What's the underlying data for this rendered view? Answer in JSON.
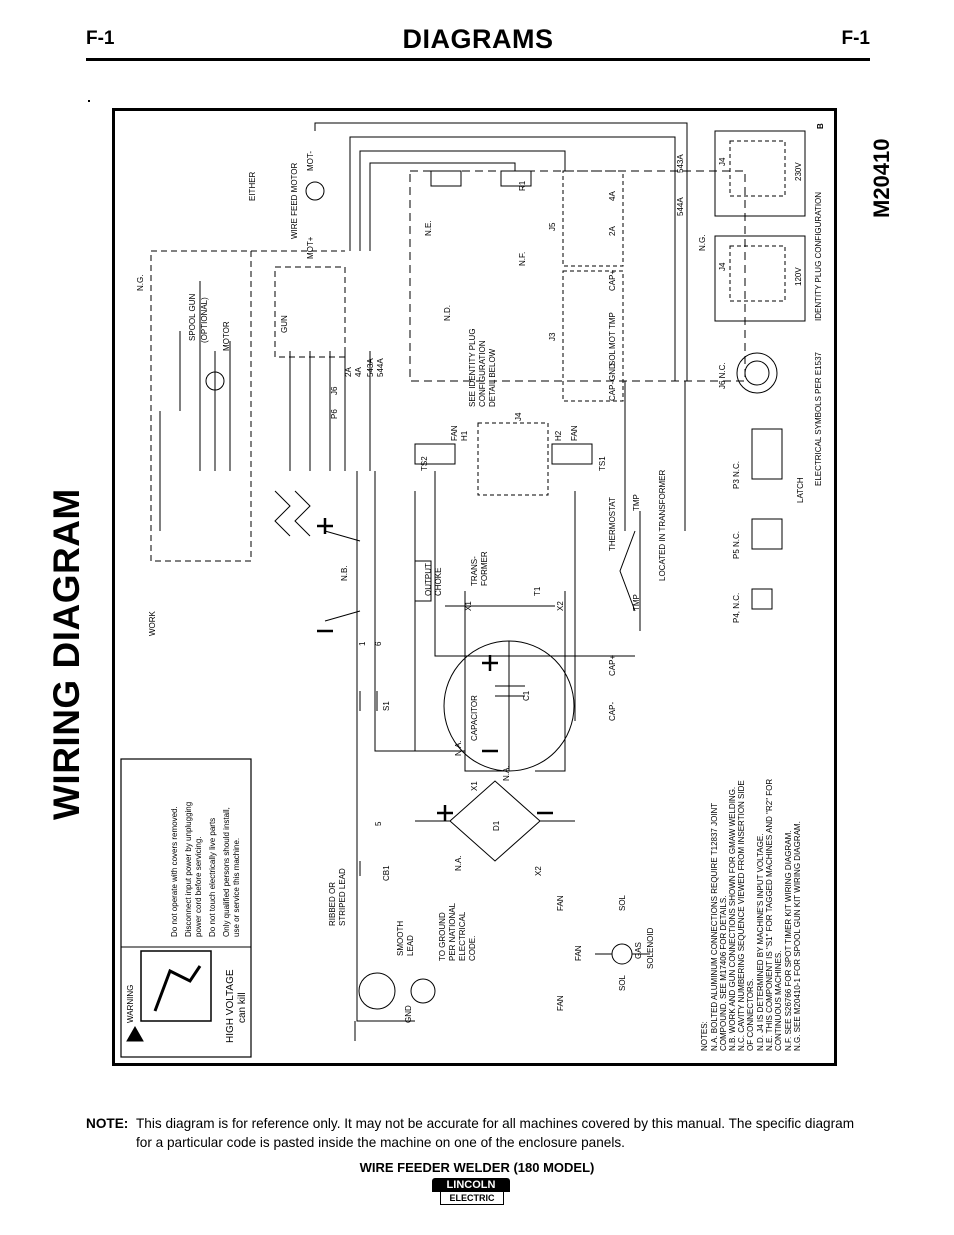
{
  "header": {
    "page_id_left": "F-1",
    "title": "DIAGRAMS",
    "page_id_right": "F-1"
  },
  "diagram": {
    "side_title": "WIRING DIAGRAM",
    "code": "M20410",
    "rev": "B",
    "warning": {
      "label": "WARNING",
      "high_voltage": "HIGH VOLTAGE",
      "can_kill": "can kill",
      "bullets": [
        "Do not operate with covers removed.",
        "Disconnect input power by unplugging",
        "power cord before servicing.",
        "Do not touch electrically live parts",
        "Only qualified persons should install,",
        "use or service this machine."
      ]
    },
    "labels": {
      "work": "WORK",
      "nb": "N.B.",
      "na": "N.A.",
      "ng": "N.G.",
      "nd": "N.D.",
      "ne": "N.E.",
      "nf": "N.F.",
      "either": "EITHER",
      "gun": "GUN",
      "spool_gun": "SPOOL GUN",
      "optional": "(OPTIONAL)",
      "motor": "MOTOR",
      "wire_feed_motor": "WIRE FEED MOTOR",
      "mot_plus": "MOT+",
      "mot_minus": "MOT-",
      "j6": "J6",
      "p6": "P6",
      "w2a": "2A",
      "w4a": "4A",
      "w543a": "543A",
      "w544a": "544A",
      "identity_1": "SEE IDENTITY PLUG",
      "identity_2": "CONFIGURATION",
      "identity_3": "DETAIL BELOW",
      "ts2": "TS2",
      "ts1": "TS1",
      "fan": "FAN",
      "h1": "H1",
      "h2": "H2",
      "n6": "6",
      "n1": "1",
      "j4": "J4",
      "j3": "J3",
      "j5": "J5",
      "r1": "R1",
      "cap_plus": "CAP+",
      "cap_minus": "CAP-",
      "sol": "SOL",
      "tmp": "TMP",
      "mot": "MOT",
      "gnd": "GND",
      "w4a_r": "4A",
      "w2a_r": "2A",
      "w543a_r": "543A",
      "w544a_r": "544A",
      "output_choke_1": "OUTPUT",
      "output_choke_2": "CHOKE",
      "trans_1": "TRANS-",
      "trans_2": "FORMER",
      "t1": "T1",
      "x1": "X1",
      "x2": "X2",
      "thermostat": "THERMOSTAT",
      "located": "LOCATED IN TRANSFORMER",
      "capacitor": "CAPACITOR",
      "c1": "C1",
      "d1": "D1",
      "s1": "S1",
      "cb1": "CB1",
      "w1": "1",
      "w6": "6",
      "w5": "5",
      "ribbed_1": "RIBBED OR",
      "ribbed_2": "STRIPED LEAD",
      "smooth_1": "SMOOTH",
      "smooth_2": "LEAD",
      "ground_1": "TO GROUND",
      "ground_2": "PER NATIONAL",
      "ground_3": "ELECTRICAL",
      "ground_4": "CODE.",
      "gas": "GAS",
      "solenoid": "SOLENOID",
      "p4": "P4, N.C.",
      "p5": "P5  N.C.",
      "p3": "P3  N.C.",
      "latch": "LATCH",
      "j6nc": "J6 N.C.",
      "elec_symbols": "ELECTRICAL SYMBOLS PER E1537",
      "v120": "120V",
      "v230": "230V",
      "id_plug_cfg": "IDENTITY PLUG CONFIGURATION"
    },
    "notes": [
      "NOTES:",
      "N.A.   BOLTED ALUMINUM CONNECTIONS REQUIRE T12837 JOINT",
      "         COMPOUND. SEE M17406 FOR DETAILS.",
      "N.B.   WORK AND GUN CONNECTIONS SHOWN FOR GMAW WELDING.",
      "N.C.   CAVITY NUMBERING SEQUENCE VIEWED FROM INSERTION SIDE",
      "         OF CONNECTORS.",
      "N.D.   J4 IS DETERMINED BY MACHINE'S INPUT VOLTAGE.",
      "N.E.   THIS COMPONENT IS \"S1\" FOR TAGGED MACHINES AND \"R2\" FOR",
      "         CONTINUOUS MACHINES.",
      "N.F.   SEE S26766 FOR SPOT TIMER KIT WIRING DIAGRAM.",
      "N.G.   SEE M20410-1 FOR SPOOL GUN KIT WIRING DIAGRAM."
    ]
  },
  "note": {
    "label": "NOTE:",
    "text": "This diagram is for reference only. It may not be accurate for all machines covered by this manual. The specific diagram for a particular code is pasted inside the machine on one of the enclosure panels."
  },
  "footer": {
    "title": "WIRE FEEDER WELDER (180 MODEL)",
    "brand_top": "LINCOLN",
    "brand_bottom": "ELECTRIC"
  }
}
